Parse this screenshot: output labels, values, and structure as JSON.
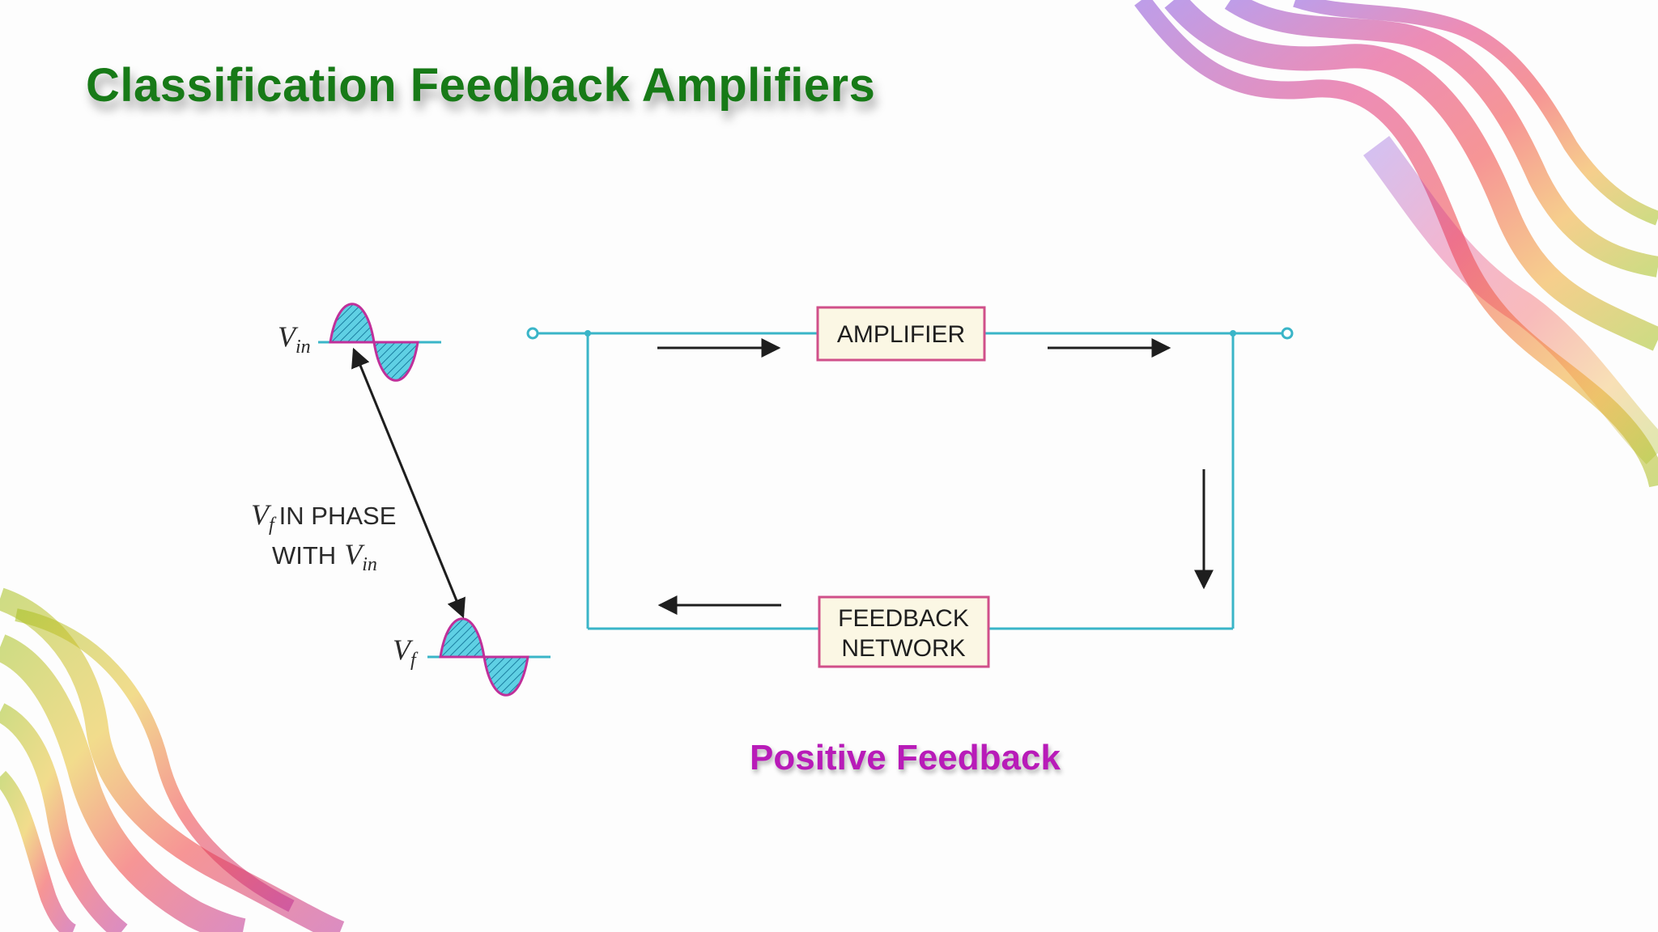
{
  "slide": {
    "title": "Classification Feedback Amplifiers",
    "caption": "Positive Feedback"
  },
  "diagram": {
    "amplifier_label": "AMPLIFIER",
    "feedback_label_line1": "FEEDBACK",
    "feedback_label_line2": "NETWORK",
    "vin_symbol": "V",
    "vin_subscript": "in",
    "vf_symbol": "V",
    "vf_subscript": "f",
    "phase_line1_symbol": "V",
    "phase_line1_subscript": "f",
    "phase_line1_text": "IN PHASE",
    "phase_line2_text": "WITH",
    "phase_line2_symbol": "V",
    "phase_line2_subscript": "in"
  },
  "colors": {
    "title": "#177a17",
    "caption": "#b81bb8",
    "wire": "#3ab5c8",
    "block_border": "#d0508a",
    "block_fill": "#fbf7e4",
    "wave_fill": "#35c4dd",
    "wave_stroke": "#c0309a"
  }
}
